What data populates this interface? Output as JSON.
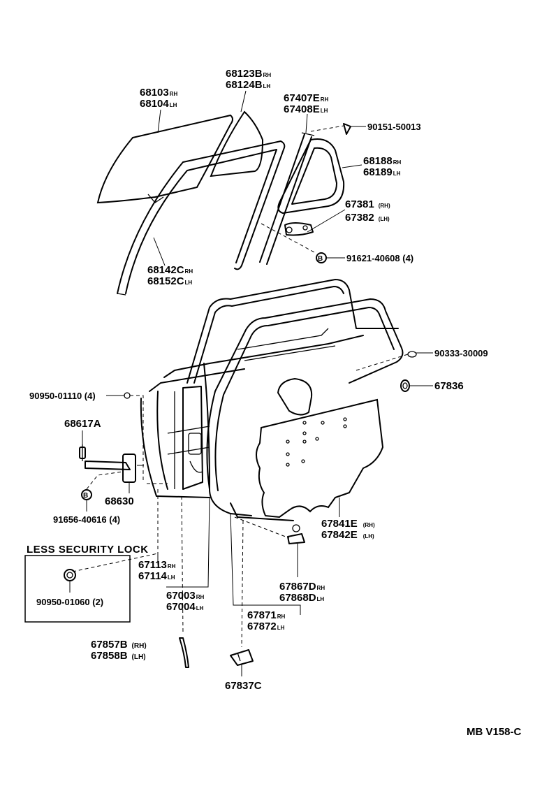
{
  "box": {
    "title": "LESS SECURITY LOCK"
  },
  "diagram_code": "MB  V158-C",
  "side_marks": {
    "rh_paren": "(RH)",
    "lh_paren": "(LH)",
    "rh": "RH",
    "lh": "LH"
  },
  "callouts": {
    "p68123b": "68123B",
    "p68124b": "68124B",
    "p68103": "68103",
    "p68104": "68104",
    "p67407e": "67407E",
    "p67408e": "67408E",
    "p90151": "90151-50013",
    "p68188": "68188",
    "p68189": "68189",
    "p67381": "67381",
    "p67382": "67382",
    "p91621": "91621-40608 (4)",
    "p68142c": "68142C",
    "p68152c": "68152C",
    "p90333": "90333-30009",
    "p67836": "67836",
    "p90950_01110": "90950-01110 (4)",
    "p68617a": "68617A",
    "p68630": "68630",
    "p91656": "91656-40616 (4)",
    "p67841e": "67841E",
    "p67842e": "67842E",
    "p67113": "67113",
    "p67114": "67114",
    "p90950_01060": "90950-01060 (2)",
    "p67867d": "67867D",
    "p67868d": "67868D",
    "p67003": "67003",
    "p67004": "67004",
    "p67871": "67871",
    "p67872": "67872",
    "p67857b": "67857B",
    "p67858b": "67858B",
    "p67837c": "67837C"
  }
}
